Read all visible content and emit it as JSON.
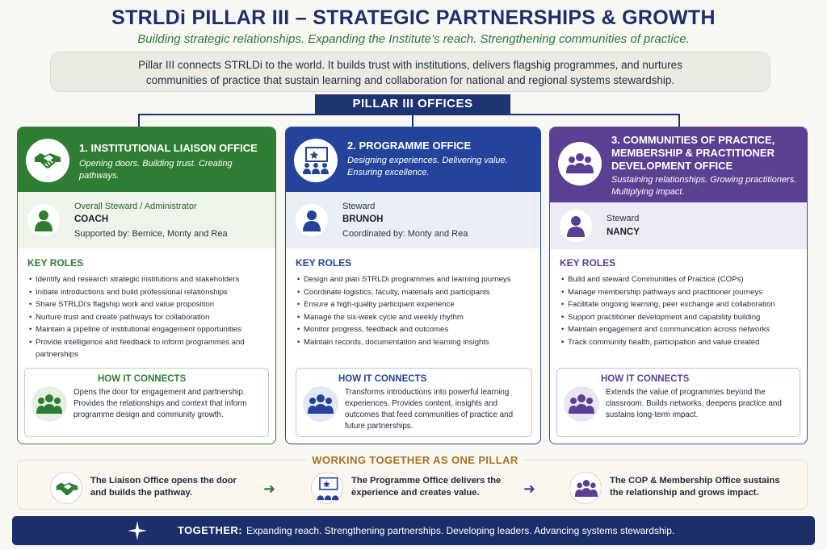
{
  "header": {
    "title": "STRLDi PILLAR III – STRATEGIC PARTNERSHIPS & GROWTH",
    "subtitle": "Building strategic relationships. Expanding the Institute’s reach. Strengthening communities of practice.",
    "intro_line1": "Pillar III connects STRLDi to the world. It builds trust with institutions, delivers flagshig programmes, and nurtures",
    "intro_line2": "communities of practice that sustain learning and collaboration for national and regional systems stewardship."
  },
  "offices_banner": "PILLAR III OFFICES",
  "colors": {
    "navy": "#1d2f6b",
    "green": "#2f7d32",
    "blue": "#23449a",
    "purple": "#5b3f92",
    "gold": "#a8711f"
  },
  "offices": [
    {
      "title": "1. INSTITUTIONAL LIAISON OFFICE",
      "tagline": "Opening doors. Building trust. Creating pathways.",
      "icon": "handshake-icon",
      "steward_role": "Overall Steward / Administrator",
      "steward_name": "COACH",
      "steward_support": "Supported by: Bernice, Monty and Rea",
      "roles_heading": "KEY ROLES",
      "roles": [
        "Identify and research strategic institutions and stakeholders",
        "Initiate introductions and build professional relationships",
        "Share STRLDi’s flagship work and value proposition",
        "Nurture trust and create pathways for collaboration",
        "Maintain a pipeline of institutional engagement opportunities",
        "Provide intelligence and feedback to inform programmes and partnerships"
      ],
      "connect_heading": "HOW IT CONNECTS",
      "connect_text": "Opens the door for engagement and partnership. Provides the relationships and context that inform programme design and community growth."
    },
    {
      "title": "2. PROGRAMME OFFICE",
      "tagline": "Designing experiences. Delivering value. Ensuring excellence.",
      "icon": "presentation-icon",
      "steward_role": "Steward",
      "steward_name": "BRUNOH",
      "steward_support": "Coordinated by: Monty and Rea",
      "roles_heading": "KEY ROLES",
      "roles": [
        "Design and plan STRLDi programmes and learning journeys",
        "Coordinate logistics, faculty, materials and participants",
        "Ensure a high-quality participant experience",
        "Manage the six-week cycle and weekly rhythm",
        "Monitor progress, feedback and outcomes",
        "Maintain records, documentation and learning insights"
      ],
      "connect_heading": "HOW IT CONNECTS",
      "connect_text": "Transforms introductions into powerful learning experiences. Provides content, insights and outcomes that feed communities of practice and future partnerships."
    },
    {
      "title": "3. COMMUNITIES OF PRACTICE, MEMBERSHIP & PRACTITIONER DEVELOPMENT OFFICE",
      "tagline": "Sustaining relationships. Growing practitioners. Multiplying impact.",
      "icon": "community-icon",
      "steward_role": "Steward",
      "steward_name": "NANCY",
      "steward_support": "",
      "roles_heading": "KEY ROLES",
      "roles": [
        "Build and steward Communities of Practice (COPs)",
        "Manage membership pathways and practitioner journeys",
        "Facilitate ongoing learning, peer exchange and collaboration",
        "Support practitioner development and capability building",
        "Maintain engagement and communication across networks",
        "Track community health, participation and value created"
      ],
      "connect_heading": "HOW IT CONNECTS",
      "connect_text": "Extends the value of programmes beyond the classroom. Builds networks, deepens practice and sustains long-term impact."
    }
  ],
  "together": {
    "heading": "WORKING TOGETHER AS ONE PILLAR",
    "steps": [
      {
        "line1": "The Liaison Office opens the door",
        "line2": "and builds the pathway.",
        "icon": "handshake-icon"
      },
      {
        "line1": "The Programme Office delivers the",
        "line2": "experience and creates value.",
        "icon": "presentation-icon"
      },
      {
        "line1": "The COP & Membership Office sustains",
        "line2": "the relationship and grows impact.",
        "icon": "community-icon"
      }
    ],
    "arrow": "➜"
  },
  "footer": {
    "label": "TOGETHER:",
    "text": "Expanding reach. Strengthening partnerships. Developing leaders. Advancing systems stewardship."
  }
}
